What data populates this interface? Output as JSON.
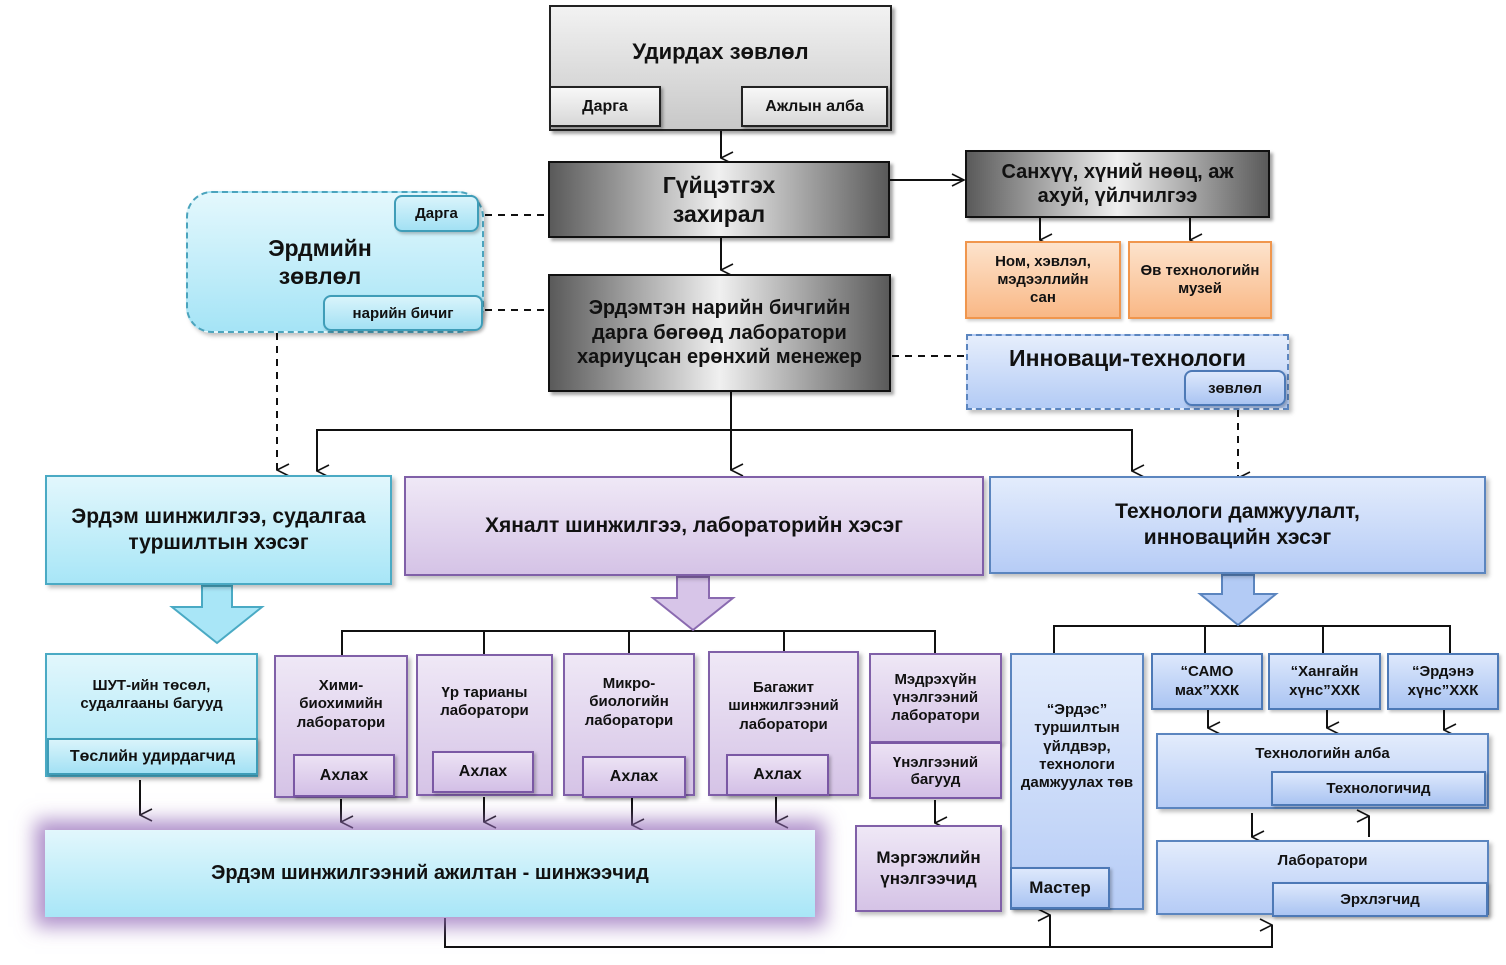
{
  "board": {
    "title": "Удирдах зөвлөл",
    "chair": "Дарга",
    "office": "Ажлын алба"
  },
  "executive_director": "Гүйцэтгэх захирал",
  "finance_hr": "Санхүү, хүний нөөц, аж ахуй, үйлчилгээ",
  "library": "Ном, хэвлэл, мэдээллийн сан",
  "museum": "Өв технологийн музей",
  "scientific_council": {
    "title": "Эрдмийн зөвлөл",
    "chair": "Дарга",
    "secretary": "нарийн бичиг"
  },
  "general_manager": "Эрдэмтэн нарийн бичгийн дарга бөгөөд лаборатори хариуцсан ерөнхий менежер",
  "innovation_council": {
    "title": "Инноваци-технологи",
    "sub": "зөвлөл"
  },
  "divisions": {
    "research": "Эрдэм шинжилгээ, судалгаа туршилтын хэсэг",
    "lab_control": "Хяналт шинжилгээ, лабораторийн хэсэг",
    "tech_transfer": "Технологи дамжуулалт, инновацийн хэсэг"
  },
  "research_teams": {
    "title": "ШУТ-ийн төсөл, судалгааны багууд",
    "sub": "Төслийн удирдагчид"
  },
  "labs": [
    {
      "title": "Хими-биохимийн лаборатори",
      "sub": "Ахлах"
    },
    {
      "title": "Үр тарианы лаборатори",
      "sub": "Ахлах"
    },
    {
      "title": "Микро-биологийн лаборатори",
      "sub": "Ахлах"
    },
    {
      "title": "Багажит шинжилгээний лаборатори",
      "sub": "Ахлах"
    },
    {
      "title": "Мэдрэхүйн үнэлгээний лаборатори",
      "sub": "Үнэлгээний багууд"
    }
  ],
  "expert_evaluators": "Мэргэжлийн үнэлгээчид",
  "researchers": "Эрдэм шинжилгээний ажилтан - шинжээчид",
  "pilot_plant": {
    "title": "“Эрдэс” туршилтын үйлдвэр, технологи дамжуулах төв",
    "sub": "Мастер"
  },
  "companies": [
    "“САМО мах”ХХК",
    "“Хангайн хүнс”ХХК",
    "“Эрдэнэ хүнс”ХХК"
  ],
  "tech_office": {
    "title": "Технологийн алба",
    "sub": "Технологичид"
  },
  "laboratory": {
    "title": "Лаборатори",
    "sub": "Эрхлэгчид"
  },
  "colors": {
    "research": "#a8e6f7",
    "lab": "#d5c3e6",
    "tech": "#b6ccf6",
    "support": "#f9b886",
    "management": "#c8c8c8"
  }
}
